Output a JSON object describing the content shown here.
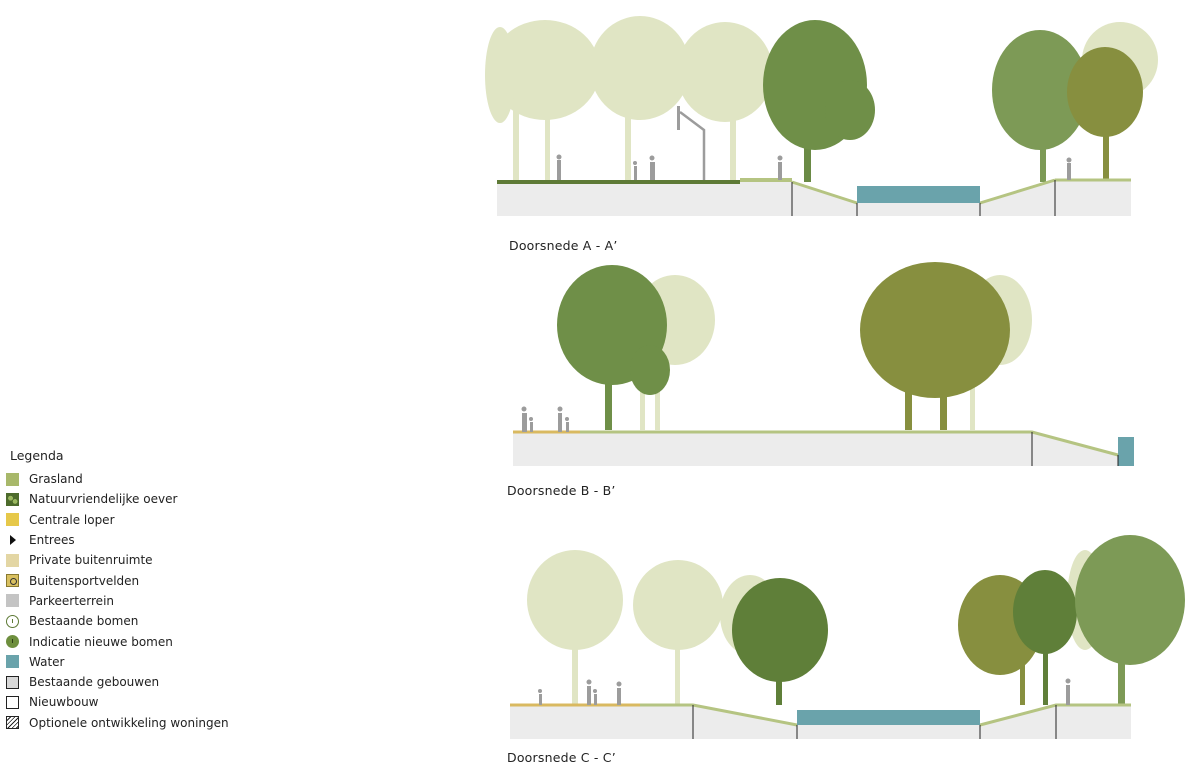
{
  "captions": {
    "a": "Doorsnede A - A’",
    "b": "Doorsnede B - B’",
    "c": "Doorsnede C - C’"
  },
  "legend": {
    "title": "Legenda",
    "items": [
      {
        "label": "Grasland",
        "swatch": "#a8b86a",
        "icon": "grassland-swatch"
      },
      {
        "label": "Natuurvriendelijke oever",
        "swatch": "#4d6b2c",
        "icon": "bank-swatch"
      },
      {
        "label": "Centrale loper",
        "swatch": "#e6c84a",
        "icon": "loper-swatch"
      },
      {
        "label": "Entrees",
        "swatch": "#111111",
        "icon": "entrance-triangle-icon"
      },
      {
        "label": "Private buitenruimte",
        "swatch": "#e3d6a4",
        "icon": "private-swatch"
      },
      {
        "label": "Buitensportvelden",
        "swatch": "#d9c060",
        "icon": "sports-field-icon"
      },
      {
        "label": "Parkeerterrein",
        "swatch": "#c4c4c4",
        "icon": "parking-swatch"
      },
      {
        "label": "Bestaande bomen",
        "swatch": "#ffffff",
        "icon": "existing-tree-icon"
      },
      {
        "label": "Indicatie nieuwe bomen",
        "swatch": "#6e8f3e",
        "icon": "new-tree-icon"
      },
      {
        "label": "Water",
        "swatch": "#6aa3ab",
        "icon": "water-swatch"
      },
      {
        "label": "Bestaande gebouwen",
        "swatch": "#d8d8d8",
        "icon": "existing-building-swatch"
      },
      {
        "label": "Nieuwbouw",
        "swatch": "#ffffff",
        "icon": "new-building-swatch"
      },
      {
        "label": "Optionele ontwikkeling woningen",
        "swatch": "#ffffff",
        "icon": "optional-housing-hatch-swatch"
      }
    ]
  },
  "colors": {
    "pale_tree": "#dfe4c2",
    "mid_tree": "#7d9a56",
    "olive_tree": "#878f3f",
    "dark_tree": "#5f7f39",
    "ground": "#ececec",
    "grass": "#b5c482",
    "water": "#6aa3ab",
    "figure": "#9c9c9c",
    "path": "#d9b960",
    "court": "#5e7a36"
  }
}
